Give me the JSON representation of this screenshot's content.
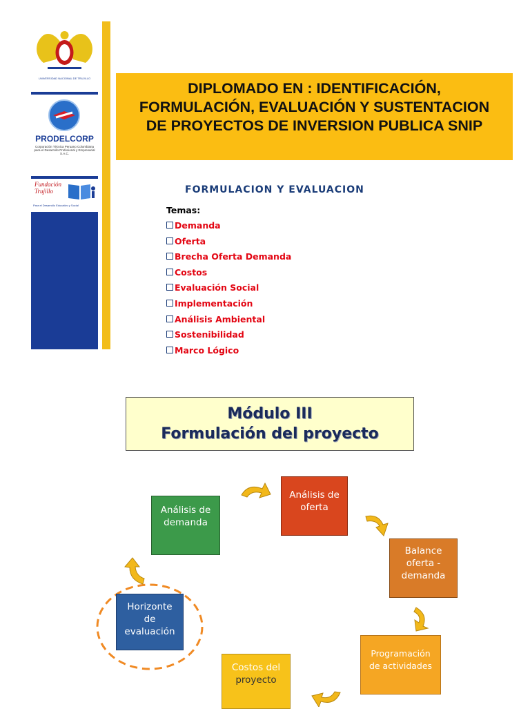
{
  "sidebar": {
    "logo_unt_caption": "UNIVERSIDAD NACIONAL DE TRUJILLO",
    "prodelcorp_name": "PRODELCORP",
    "prodelcorp_desc": "Corporación Técnica Peruano Colombiana para el Desarrollo Profesional y Empresarial S.A.C.",
    "fundacion_line1": "Fundación",
    "fundacion_line2": "Trujillo",
    "fundacion_desc": "Para el Desarrollo Educativo y Social"
  },
  "header": {
    "title_lines": [
      "DIPLOMADO EN : IDENTIFICACIÓN,",
      "FORMULACIÓN, EVALUACIÓN Y SUSTENTACION",
      "DE PROYECTOS DE INVERSION PUBLICA SNIP"
    ]
  },
  "section": {
    "subtitle": "FORMULACION Y EVALUACION",
    "temas_label": "Temas:",
    "temas": [
      "Demanda",
      "Oferta",
      "Brecha Oferta Demanda",
      "Costos",
      "Evaluación Social",
      "Implementación",
      "Análisis Ambiental",
      "Sostenibilidad",
      "Marco Lógico"
    ]
  },
  "modulo": {
    "line1": "Módulo III",
    "line2": "Formulación del proyecto"
  },
  "diagram": {
    "nodes": [
      {
        "id": "analisis-demanda",
        "lines": [
          "Análisis de",
          "demanda"
        ],
        "color": "#3c9a4a"
      },
      {
        "id": "analisis-oferta",
        "lines": [
          "Análisis de",
          "oferta"
        ],
        "color": "#d9461e"
      },
      {
        "id": "balance",
        "lines": [
          "Balance",
          "oferta -",
          "demanda"
        ],
        "color": "#d97b28"
      },
      {
        "id": "programacion",
        "lines": [
          "Programación",
          "de actividades"
        ],
        "color": "#f5a623"
      },
      {
        "id": "costos",
        "lines": [
          "Costos del",
          "proyecto"
        ],
        "color": "#f7c21a"
      },
      {
        "id": "horizonte",
        "lines": [
          "Horizonte",
          "de",
          "evaluación"
        ],
        "color": "#2e5fa0"
      }
    ],
    "arrow_color": "#f2b81a",
    "dashed_circle_color": "#f08a24"
  }
}
